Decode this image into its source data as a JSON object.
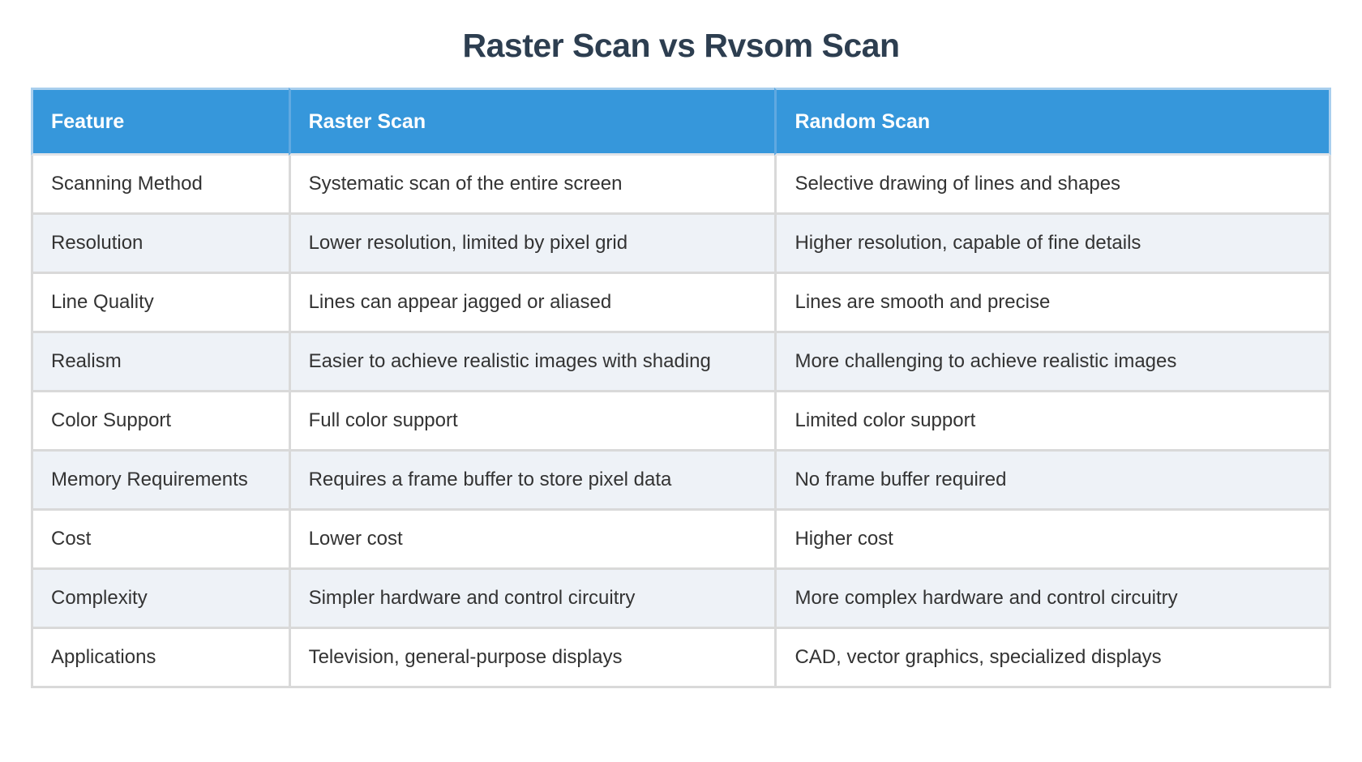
{
  "page": {
    "title": "Raster Scan vs Rvsom Scan"
  },
  "colors": {
    "header_bg": "#3697db",
    "header_text": "#ffffff",
    "title_text": "#2d3e50",
    "body_text": "#333333",
    "row_alt_bg": "#eef2f7",
    "border": "#d9d9d9"
  },
  "table": {
    "columns": [
      "Feature",
      "Raster Scan",
      "Random Scan"
    ],
    "rows": [
      [
        "Scanning Method",
        "Systematic scan of the entire screen",
        "Selective drawing of lines and shapes"
      ],
      [
        "Resolution",
        "Lower resolution, limited by pixel grid",
        "Higher resolution, capable of fine details"
      ],
      [
        "Line Quality",
        "Lines can appear jagged or aliased",
        "Lines are smooth and precise"
      ],
      [
        "Realism",
        "Easier to achieve realistic images with shading",
        "More challenging to achieve realistic images"
      ],
      [
        "Color Support",
        "Full color support",
        "Limited color support"
      ],
      [
        "Memory Requirements",
        "Requires a frame buffer to store pixel data",
        "No frame buffer required"
      ],
      [
        "Cost",
        "Lower cost",
        "Higher cost"
      ],
      [
        "Complexity",
        "Simpler hardware and control circuitry",
        "More complex hardware and control circuitry"
      ],
      [
        "Applications",
        "Television, general-purpose displays",
        "CAD, vector graphics, specialized displays"
      ]
    ]
  }
}
